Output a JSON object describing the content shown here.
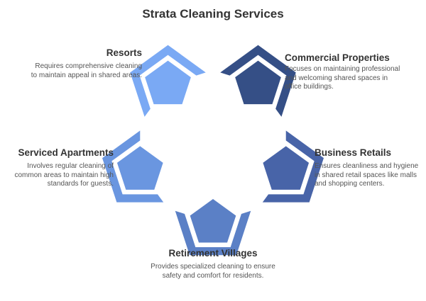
{
  "title": "Strata Cleaning Services",
  "segments": [
    {
      "key": "resorts",
      "heading": "Resorts",
      "description": "Requires comprehensive cleaning to maintain appeal in shared areas.",
      "color": "#7aa9f4"
    },
    {
      "key": "commercial",
      "heading": "Commercial Properties",
      "description": "Focuses on maintaining professional and welcoming shared spaces in office buildings.",
      "color": "#354f86"
    },
    {
      "key": "business",
      "heading": "Business Retails",
      "description": "Ensures cleanliness and hygiene in shared retail spaces like malls and shopping centers.",
      "color": "#4864a8"
    },
    {
      "key": "retirement",
      "heading": "Retirement Villages",
      "description": "Provides specialized cleaning to ensure safety and comfort for residents.",
      "color": "#5b80c6"
    },
    {
      "key": "serviced",
      "heading": "Serviced Apartments",
      "description": "Involves regular cleaning of common areas to maintain high standards for guests.",
      "color": "#6a96e0"
    }
  ]
}
